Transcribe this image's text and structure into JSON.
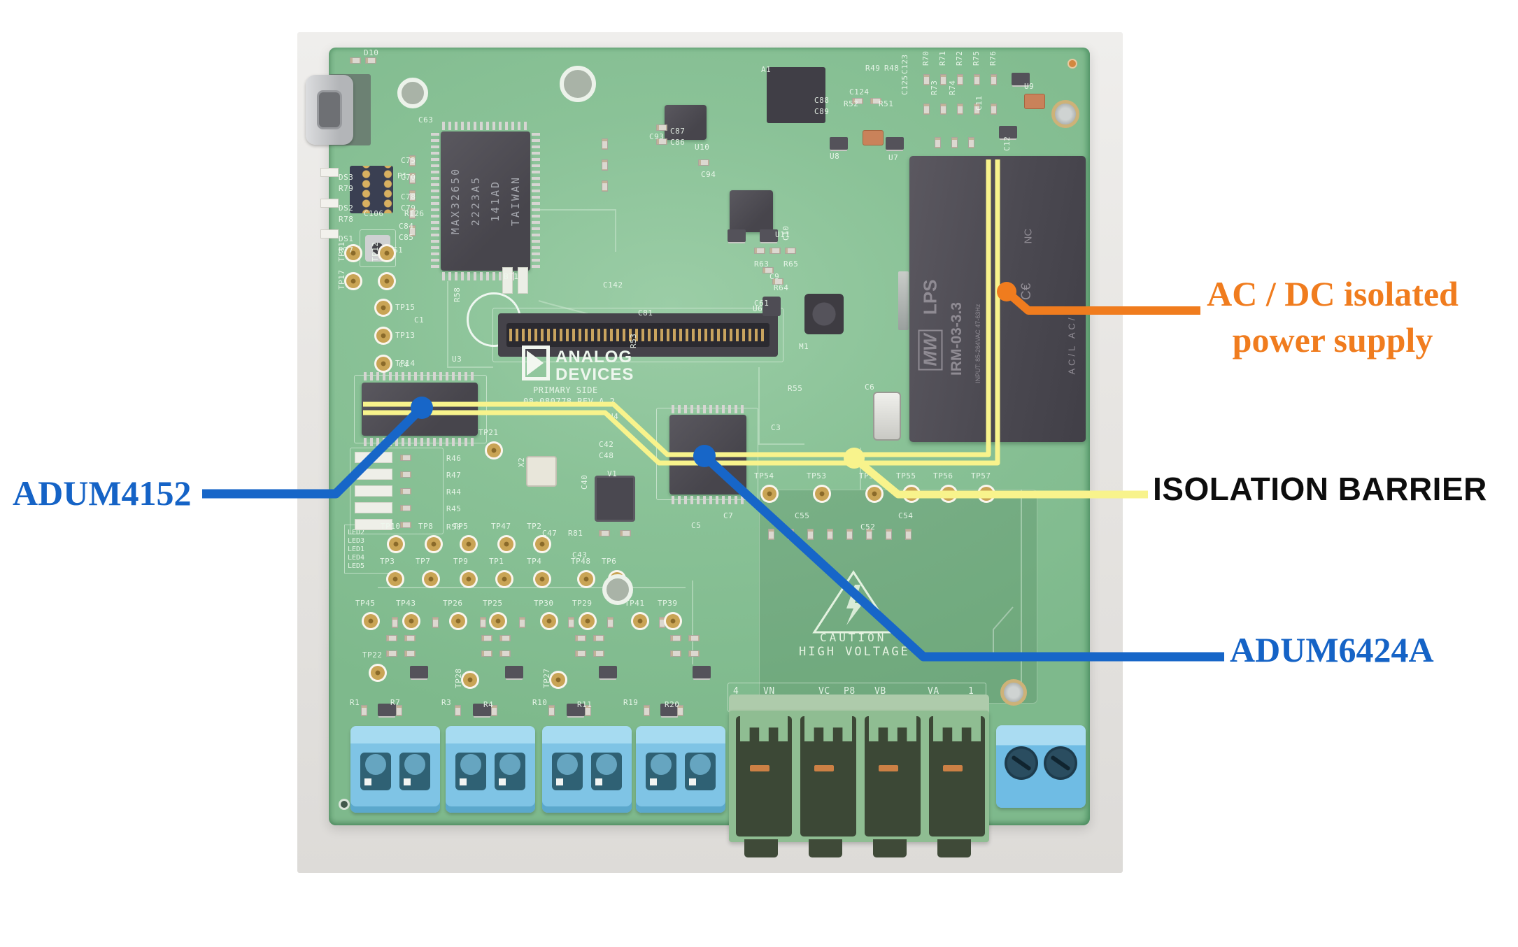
{
  "annotations": {
    "colors": {
      "blue": "#1766C8",
      "orange": "#F07C1E",
      "yellow": "#F8F38C",
      "label_blue": "#1563C6",
      "label_dark": "#0D0D0D"
    },
    "adum4152": "ADUM4152",
    "adum6424a": "ADUM6424A",
    "isolation_barrier": "ISOLATION BARRIER",
    "acdc_line1": "AC / DC isolated",
    "acdc_line2": "power supply"
  },
  "board": {
    "logo": {
      "line1": "ANALOG",
      "line2": "DEVICES"
    },
    "silk_title1": "PRIMARY SIDE",
    "silk_title2": "08-080778 REV A 2",
    "mcu": {
      "l1": "MAX32650",
      "l2": "2223A5",
      "l3": "141AD",
      "l4": "TAIWAN"
    },
    "module": {
      "brand": "MW",
      "lps": "LPS",
      "model": "IRM-03-3.3",
      "input": "INPUT: 85-264VAC 47-63Hz",
      "nc": "NC",
      "ce": "C€",
      "ac": "AC/L   AC/N"
    },
    "caution1": "CAUTION",
    "caution2": "HIGH VOLTAGE",
    "leds": [
      "LED2",
      "LED3",
      "LED1",
      "LED4",
      "LED5"
    ],
    "terminal_silk": [
      [
        "4",
        1048
      ],
      [
        "VN",
        1091
      ],
      [
        "VC",
        1170
      ],
      [
        "P8",
        1206
      ],
      [
        "VB",
        1250
      ],
      [
        "VA",
        1326
      ],
      [
        "1",
        1384
      ]
    ],
    "testpoints": [
      [
        "TP11",
        505,
        362,
        "lr"
      ],
      [
        "TP12",
        553,
        362,
        "lr"
      ],
      [
        "TP17",
        505,
        402,
        "lr"
      ],
      [
        "",
        553,
        402,
        "t"
      ],
      [
        "TP15",
        548,
        440,
        "r"
      ],
      [
        "TP13",
        548,
        480,
        "r"
      ],
      [
        "TP14",
        548,
        520,
        "r"
      ],
      [
        "TP21",
        706,
        644,
        "t"
      ],
      [
        "TP10",
        566,
        778,
        "t"
      ],
      [
        "TP8",
        620,
        778,
        "t"
      ],
      [
        "TP5",
        670,
        778,
        "t"
      ],
      [
        "TP47",
        724,
        778,
        "t"
      ],
      [
        "TP2",
        775,
        778,
        "t"
      ],
      [
        "TP3",
        565,
        828,
        "t"
      ],
      [
        "TP7",
        616,
        828,
        "t"
      ],
      [
        "TP9",
        670,
        828,
        "t"
      ],
      [
        "TP1",
        721,
        828,
        "t"
      ],
      [
        "TP4",
        775,
        828,
        "t"
      ],
      [
        "TP48",
        838,
        828,
        "t"
      ],
      [
        "TP6",
        882,
        828,
        "t"
      ],
      [
        "TP45",
        530,
        888,
        "t"
      ],
      [
        "TP43",
        588,
        888,
        "t"
      ],
      [
        "TP26",
        655,
        888,
        "t"
      ],
      [
        "TP25",
        712,
        888,
        "t"
      ],
      [
        "TP30",
        785,
        888,
        "t"
      ],
      [
        "TP29",
        840,
        888,
        "t"
      ],
      [
        "TP41",
        915,
        888,
        "t"
      ],
      [
        "TP39",
        962,
        888,
        "t"
      ],
      [
        "TP22",
        540,
        962,
        "t"
      ],
      [
        "TP28",
        672,
        972,
        "lr"
      ],
      [
        "TP27",
        798,
        972,
        "lr"
      ],
      [
        "TP54",
        1100,
        706,
        "t"
      ],
      [
        "TP53",
        1175,
        706,
        "t"
      ],
      [
        "TP52",
        1250,
        706,
        "t"
      ],
      [
        "TP55",
        1303,
        706,
        "t"
      ],
      [
        "TP56",
        1356,
        706,
        "t"
      ],
      [
        "TP57",
        1410,
        706,
        "t"
      ]
    ],
    "silk": [
      [
        "D10",
        520,
        70
      ],
      [
        "C63",
        598,
        166
      ],
      [
        "C75",
        573,
        224
      ],
      [
        "C70",
        573,
        248
      ],
      [
        "C78",
        573,
        276
      ],
      [
        "C79",
        573,
        292
      ],
      [
        "C84",
        570,
        318
      ],
      [
        "C85",
        570,
        334
      ],
      [
        "DS3",
        484,
        248
      ],
      [
        "R79",
        484,
        264
      ],
      [
        "DS2",
        484,
        292
      ],
      [
        "R78",
        484,
        308
      ],
      [
        "DS1",
        484,
        336
      ],
      [
        "R77",
        484,
        352
      ],
      [
        "C106",
        520,
        300
      ],
      [
        "R126",
        578,
        300
      ],
      [
        "S1",
        562,
        352
      ],
      [
        "P1",
        568,
        246
      ],
      [
        "BT1",
        720,
        390
      ],
      [
        "C142",
        862,
        402
      ],
      [
        "C1",
        592,
        452
      ],
      [
        "R58",
        648,
        432,
        1
      ],
      [
        "C81",
        912,
        442
      ],
      [
        "C61",
        1078,
        428
      ],
      [
        "C93",
        928,
        190
      ],
      [
        "C87",
        958,
        182
      ],
      [
        "C86",
        958,
        198
      ],
      [
        "U10",
        993,
        205
      ],
      [
        "C94",
        1002,
        244
      ],
      [
        "U11",
        1108,
        330
      ],
      [
        "C88",
        1164,
        138
      ],
      [
        "C89",
        1164,
        154
      ],
      [
        "C124",
        1214,
        126
      ],
      [
        "R52",
        1206,
        143
      ],
      [
        "R51",
        1256,
        143
      ],
      [
        "R49",
        1237,
        92
      ],
      [
        "R48",
        1264,
        92
      ],
      [
        "C123",
        1288,
        106,
        1
      ],
      [
        "C125",
        1288,
        136,
        1
      ],
      [
        "R70",
        1318,
        94,
        1
      ],
      [
        "R71",
        1342,
        94,
        1
      ],
      [
        "R72",
        1366,
        94,
        1
      ],
      [
        "R75",
        1390,
        94,
        1
      ],
      [
        "R76",
        1414,
        94,
        1
      ],
      [
        "R73",
        1330,
        136,
        1
      ],
      [
        "R74",
        1356,
        136,
        1
      ],
      [
        "U9",
        1464,
        118
      ],
      [
        "C11",
        1394,
        158,
        1
      ],
      [
        "C12",
        1434,
        216,
        1
      ],
      [
        "U8",
        1186,
        218
      ],
      [
        "U7",
        1270,
        220
      ],
      [
        "R63",
        1078,
        372
      ],
      [
        "R65",
        1120,
        372
      ],
      [
        "C9",
        1100,
        390
      ],
      [
        "R64",
        1106,
        406
      ],
      [
        "C10",
        1118,
        344,
        1
      ],
      [
        "U6",
        1076,
        436
      ],
      [
        "M1",
        1142,
        490
      ],
      [
        "R55",
        1126,
        550
      ],
      [
        "C6",
        1236,
        548
      ],
      [
        "C3",
        1102,
        606
      ],
      [
        "C55",
        1136,
        732
      ],
      [
        "C54",
        1284,
        732
      ],
      [
        "C52",
        1230,
        748
      ],
      [
        "C42",
        856,
        630
      ],
      [
        "C48",
        856,
        646
      ],
      [
        "V1",
        868,
        672
      ],
      [
        "C40",
        830,
        700,
        1
      ],
      [
        "C7",
        1034,
        732
      ],
      [
        "C5",
        988,
        746
      ],
      [
        "C47",
        775,
        757
      ],
      [
        "R81",
        812,
        757
      ],
      [
        "C43",
        818,
        788
      ],
      [
        "U3",
        646,
        508
      ],
      [
        "U4",
        870,
        590
      ],
      [
        "C4",
        570,
        516
      ],
      [
        "X2",
        740,
        668,
        1
      ],
      [
        "R46",
        638,
        650
      ],
      [
        "R47",
        638,
        674
      ],
      [
        "R44",
        638,
        698
      ],
      [
        "R45",
        638,
        722
      ],
      [
        "R50",
        638,
        748
      ],
      [
        "R53",
        900,
        498,
        1
      ],
      [
        "A1",
        1088,
        94
      ],
      [
        "R1",
        500,
        999
      ],
      [
        "R7",
        558,
        999
      ],
      [
        "R3",
        631,
        999
      ],
      [
        "R4",
        691,
        1002
      ],
      [
        "R10",
        761,
        999
      ],
      [
        "R11",
        825,
        1002
      ],
      [
        "R19",
        891,
        999
      ],
      [
        "R20",
        950,
        1002
      ]
    ],
    "passives": [
      [
        458,
        240,
        "w"
      ],
      [
        458,
        284,
        "w"
      ],
      [
        458,
        328,
        "w"
      ],
      [
        500,
        82,
        "r"
      ],
      [
        522,
        82,
        "r"
      ],
      [
        507,
        646,
        "wb"
      ],
      [
        507,
        670,
        "wb"
      ],
      [
        507,
        694,
        "wb"
      ],
      [
        507,
        718,
        "wb"
      ],
      [
        507,
        742,
        "wb"
      ],
      [
        572,
        650,
        "r"
      ],
      [
        572,
        674,
        "r"
      ],
      [
        572,
        698,
        "r"
      ],
      [
        572,
        722,
        "r"
      ],
      [
        572,
        746,
        "r"
      ],
      [
        585,
        222,
        "rv"
      ],
      [
        585,
        247,
        "rv"
      ],
      [
        585,
        272,
        "rv"
      ],
      [
        585,
        297,
        "rv"
      ],
      [
        585,
        322,
        "rv"
      ],
      [
        860,
        198,
        "rv"
      ],
      [
        860,
        228,
        "rv"
      ],
      [
        860,
        258,
        "rv"
      ],
      [
        938,
        178,
        "r"
      ],
      [
        938,
        198,
        "r"
      ],
      [
        998,
        228,
        "r"
      ],
      [
        1158,
        128,
        "r"
      ],
      [
        1158,
        146,
        "r"
      ],
      [
        1233,
        186,
        "t"
      ],
      [
        1464,
        134,
        "t"
      ],
      [
        1218,
        140,
        "r"
      ],
      [
        1244,
        140,
        "r"
      ],
      [
        1320,
        106,
        "rv"
      ],
      [
        1344,
        106,
        "rv"
      ],
      [
        1368,
        106,
        "rv"
      ],
      [
        1392,
        106,
        "rv"
      ],
      [
        1416,
        106,
        "rv"
      ],
      [
        1320,
        148,
        "rv"
      ],
      [
        1344,
        148,
        "rv"
      ],
      [
        1368,
        148,
        "rv"
      ],
      [
        1392,
        148,
        "rv"
      ],
      [
        1416,
        148,
        "rv"
      ],
      [
        1336,
        196,
        "rv"
      ],
      [
        1360,
        196,
        "rv"
      ],
      [
        1384,
        196,
        "rv"
      ],
      [
        1446,
        104,
        "s"
      ],
      [
        1428,
        180,
        "s"
      ],
      [
        1186,
        196,
        "s"
      ],
      [
        1266,
        196,
        "s"
      ],
      [
        1040,
        328,
        "s"
      ],
      [
        1086,
        328,
        "s"
      ],
      [
        1078,
        354,
        "r"
      ],
      [
        1100,
        354,
        "r"
      ],
      [
        1122,
        354,
        "r"
      ],
      [
        1090,
        382,
        "r"
      ],
      [
        1104,
        398,
        "r"
      ],
      [
        1090,
        424,
        "u"
      ],
      [
        1150,
        420,
        "m"
      ],
      [
        1248,
        560,
        "c6"
      ],
      [
        752,
        652,
        "x"
      ],
      [
        850,
        680,
        "q"
      ],
      [
        1096,
        96,
        "q2"
      ],
      [
        1098,
        756,
        "rv"
      ],
      [
        1126,
        756,
        "rv"
      ],
      [
        1154,
        756,
        "rv"
      ],
      [
        1182,
        756,
        "rv"
      ],
      [
        1210,
        756,
        "rv"
      ],
      [
        1238,
        756,
        "rv"
      ],
      [
        1266,
        756,
        "rv"
      ],
      [
        1294,
        756,
        "rv"
      ],
      [
        856,
        758,
        "r"
      ],
      [
        886,
        758,
        "r"
      ],
      [
        560,
        882,
        "rv"
      ],
      [
        618,
        882,
        "rv"
      ],
      [
        686,
        882,
        "rv"
      ],
      [
        742,
        882,
        "rv"
      ],
      [
        812,
        882,
        "rv"
      ],
      [
        868,
        882,
        "rv"
      ],
      [
        942,
        882,
        "rv"
      ],
      [
        552,
        908,
        "r"
      ],
      [
        578,
        908,
        "r"
      ],
      [
        552,
        930,
        "r"
      ],
      [
        578,
        930,
        "r"
      ],
      [
        688,
        908,
        "r"
      ],
      [
        714,
        908,
        "r"
      ],
      [
        688,
        930,
        "r"
      ],
      [
        714,
        930,
        "r"
      ],
      [
        822,
        908,
        "r"
      ],
      [
        848,
        908,
        "r"
      ],
      [
        822,
        930,
        "r"
      ],
      [
        848,
        930,
        "r"
      ],
      [
        958,
        908,
        "r"
      ],
      [
        984,
        908,
        "r"
      ],
      [
        958,
        930,
        "r"
      ],
      [
        984,
        930,
        "r"
      ],
      [
        586,
        952,
        "s"
      ],
      [
        722,
        952,
        "s"
      ],
      [
        856,
        952,
        "s"
      ],
      [
        990,
        952,
        "s"
      ],
      [
        540,
        1006,
        "s"
      ],
      [
        676,
        1006,
        "s"
      ],
      [
        810,
        1006,
        "s"
      ],
      [
        944,
        1006,
        "s"
      ],
      [
        516,
        1008,
        "rv"
      ],
      [
        566,
        1008,
        "rv"
      ],
      [
        650,
        1008,
        "rv"
      ],
      [
        702,
        1008,
        "rv"
      ],
      [
        784,
        1008,
        "rv"
      ],
      [
        836,
        1008,
        "rv"
      ],
      [
        920,
        1008,
        "rv"
      ],
      [
        968,
        1008,
        "rv"
      ],
      [
        718,
        382,
        "wv"
      ],
      [
        740,
        382,
        "wv"
      ]
    ],
    "holes": [
      [
        590,
        133,
        22,
        ""
      ],
      [
        826,
        120,
        26,
        ""
      ],
      [
        1523,
        163,
        20,
        "m"
      ],
      [
        883,
        843,
        22,
        ""
      ],
      [
        1449,
        990,
        19,
        "m"
      ],
      [
        492,
        1150,
        8,
        "d"
      ],
      [
        1533,
        91,
        7,
        "f"
      ]
    ]
  }
}
